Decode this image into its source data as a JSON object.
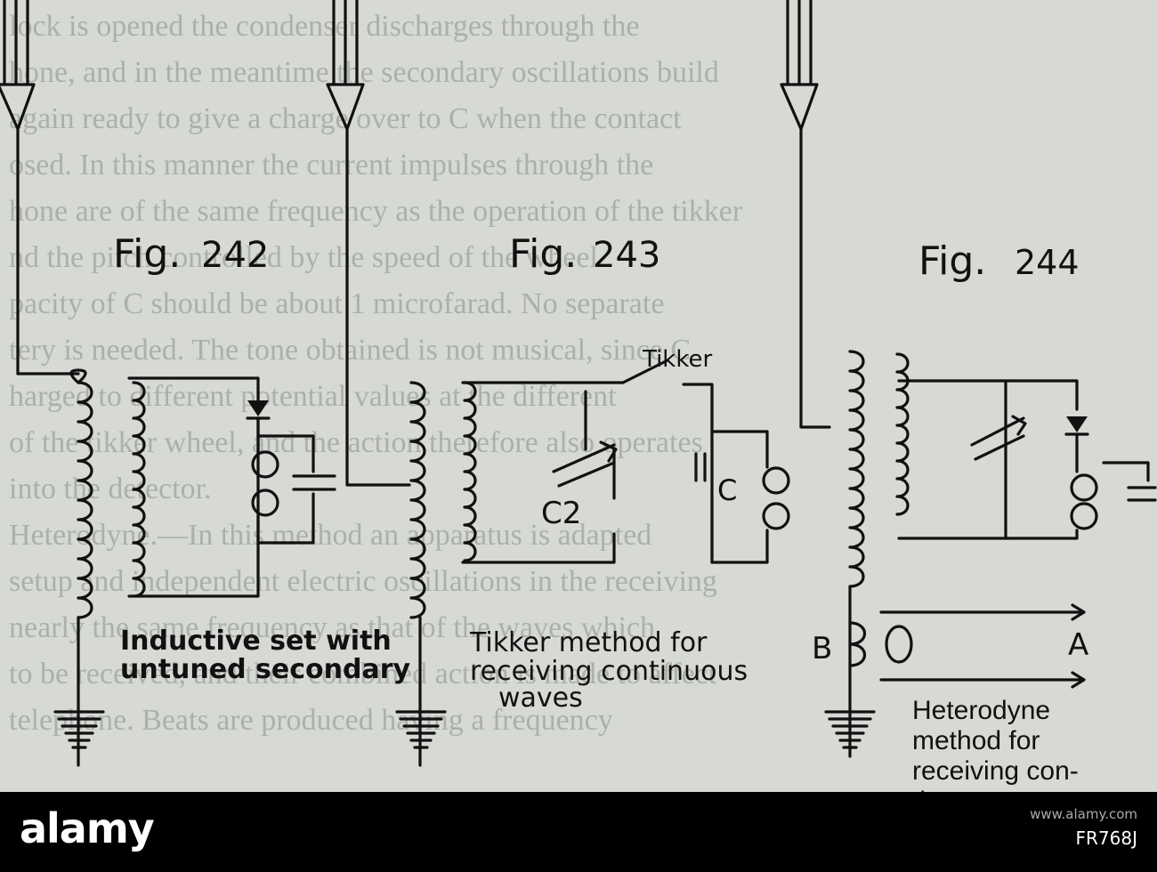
{
  "figures": [
    {
      "number": "242",
      "prefix": "Fig.",
      "caption_lines": [
        "Inductive set with",
        "untuned secondary"
      ]
    },
    {
      "number": "243",
      "prefix": "Fig.",
      "caption_lines": [
        "Tikker method for",
        "receiving continuous",
        "waves"
      ],
      "labels": {
        "tikker": "Tikker",
        "c2": "C2",
        "c": "C"
      }
    },
    {
      "number": "244",
      "prefix": "Fig.",
      "caption_lines": [
        "Heterodyne",
        "method for",
        "receiving con-",
        "tinuous"
      ],
      "labels": {
        "b": "B",
        "a": "A"
      }
    }
  ],
  "background_text": [
    "lock is opened the condenser discharges through the",
    "hone, and in the meantime the secondary oscillations build",
    "again ready to give a charge over to C when the contact",
    "osed. In this manner the current impulses through the",
    "hone are of the same frequency as the operation of the tikker",
    "nd the pitch controlled by the speed of the wheel.",
    "pacity of C should be about 1 microfarad. No separate",
    "tery is needed. The tone obtained is not musical, since C",
    "harged to different potential values at the different",
    "of the tikker wheel, and the action therefore also operates",
    "into the detector.",
    "Heterodyne.—In this method an apparatus is adapted",
    "setup and independent electric oscillations in the receiving",
    "nearly the same frequency as that of the waves which",
    "to be received, and their combined action is made to affect",
    "telephone. Beats are produced having a frequency"
  ],
  "watermark": {
    "logo": "alamy",
    "image_id": "FR768J",
    "site": "www.alamy.com"
  }
}
